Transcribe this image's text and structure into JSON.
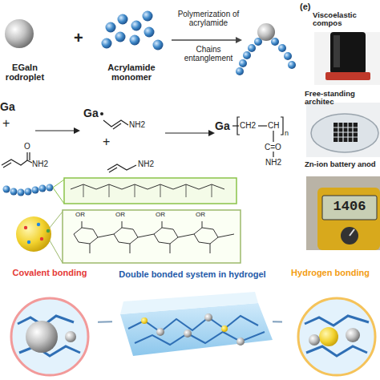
{
  "diagram": {
    "nodes": [
      {
        "text": [
          "EGaIn rodroplet"
        ]
      },
      {
        "text": [
          "Acrylamide monomer"
        ]
      },
      {
        "text": [
          "Viscoelastic compos"
        ]
      },
      {
        "text": [
          "Free-standing architec"
        ]
      },
      {
        "text": [
          "Zn-ion battery anod"
        ]
      },
      {
        "text": [
          "Covalent bonding"
        ]
      },
      {
        "text": [
          "Double bonded system in hydrogel"
        ]
      },
      {
        "text": [
          "Hydrogen bonding"
        ]
      }
    ],
    "edges": [
      {
        "from": 6,
        "to": 5,
        "arrow": "none"
      },
      {
        "from": 6,
        "to": 7,
        "arrow": "none"
      }
    ],
    "labels": [
      "+",
      "Polymerization of acrylamide",
      "Chains entanglement",
      "(e)",
      "Ga",
      "+",
      "O",
      "NH2",
      "Ga",
      "NH2",
      "+",
      "NH2",
      "Ga",
      "CH2",
      "CH",
      "n",
      "C=O",
      "NH2",
      "1406",
      "OR",
      "OR",
      "OR",
      "OR"
    ]
  }
}
